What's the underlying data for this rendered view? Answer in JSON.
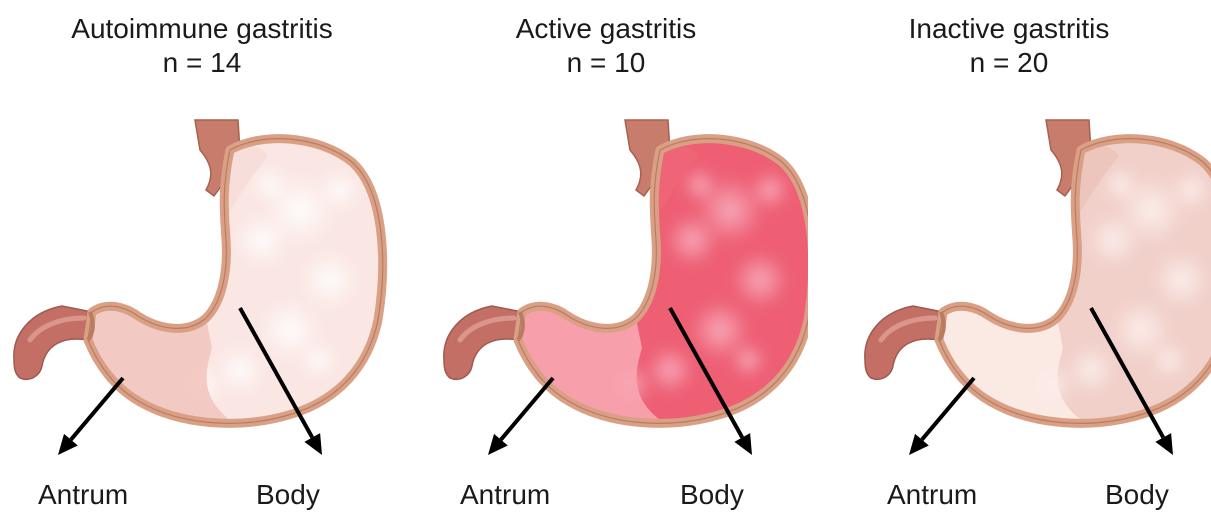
{
  "panels": [
    {
      "title": "Autoimmune gastritis",
      "n": "n = 14",
      "antrum": "Antrum",
      "body": "Body",
      "colors": {
        "antrum": "#f2c6bf",
        "body": "#fae7e3",
        "patch": "#ffffff",
        "cardia": "#f6ddd8"
      }
    },
    {
      "title": "Active gastritis",
      "n": "n = 10",
      "antrum": "Antrum",
      "body": "Body",
      "colors": {
        "antrum": "#f7a6b1",
        "body": "#ee5f74",
        "patch": "#f7aebd",
        "cardia": "#ee6678"
      }
    },
    {
      "title": "Inactive gastritis",
      "n": "n = 20",
      "antrum": "Antrum",
      "body": "Body",
      "colors": {
        "antrum": "#fcebe7",
        "body": "#f1d0ca",
        "patch": "#fdf1ee",
        "cardia": "#ebc3bb"
      }
    }
  ],
  "common_colors": {
    "wall": "#d9a085",
    "esophagus": "#c87c6c",
    "duodenum": "#c36f66",
    "arrow": "#000000"
  }
}
